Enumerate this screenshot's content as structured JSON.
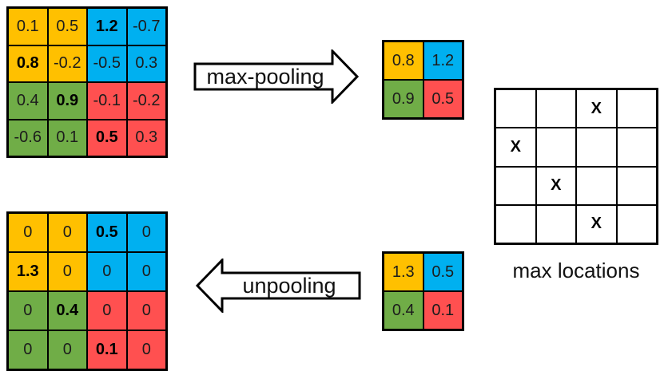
{
  "colors": {
    "yellow": "#FFC000",
    "blue": "#00B0F0",
    "green": "#70AD47",
    "red": "#FF5050",
    "white": "#FFFFFF",
    "border": "#000000",
    "background": "#FFFFFF"
  },
  "labels": {
    "maxpool_arrow": "max-pooling",
    "unpool_arrow": "unpooling",
    "max_locations": "max locations"
  },
  "grids": {
    "input": {
      "rows": [
        [
          {
            "v": "0.1",
            "c": "yellow",
            "b": false
          },
          {
            "v": "0.5",
            "c": "yellow",
            "b": false
          },
          {
            "v": "1.2",
            "c": "blue",
            "b": true
          },
          {
            "v": "-0.7",
            "c": "blue",
            "b": false
          }
        ],
        [
          {
            "v": "0.8",
            "c": "yellow",
            "b": true
          },
          {
            "v": "-0.2",
            "c": "yellow",
            "b": false
          },
          {
            "v": "-0.5",
            "c": "blue",
            "b": false
          },
          {
            "v": "0.3",
            "c": "blue",
            "b": false
          }
        ],
        [
          {
            "v": "0.4",
            "c": "green",
            "b": false
          },
          {
            "v": "0.9",
            "c": "green",
            "b": true
          },
          {
            "v": "-0.1",
            "c": "red",
            "b": false
          },
          {
            "v": "-0.2",
            "c": "red",
            "b": false
          }
        ],
        [
          {
            "v": "-0.6",
            "c": "green",
            "b": false
          },
          {
            "v": "0.1",
            "c": "green",
            "b": false
          },
          {
            "v": "0.5",
            "c": "red",
            "b": true
          },
          {
            "v": "0.3",
            "c": "red",
            "b": false
          }
        ]
      ]
    },
    "pooled": {
      "rows": [
        [
          {
            "v": "0.8",
            "c": "yellow",
            "b": false
          },
          {
            "v": "1.2",
            "c": "blue",
            "b": false
          }
        ],
        [
          {
            "v": "0.9",
            "c": "green",
            "b": false
          },
          {
            "v": "0.5",
            "c": "red",
            "b": false
          }
        ]
      ]
    },
    "max_locations": {
      "rows": [
        [
          {
            "v": "",
            "c": "white",
            "b": true
          },
          {
            "v": "",
            "c": "white",
            "b": true
          },
          {
            "v": "X",
            "c": "white",
            "b": true
          },
          {
            "v": "",
            "c": "white",
            "b": true
          }
        ],
        [
          {
            "v": "X",
            "c": "white",
            "b": true
          },
          {
            "v": "",
            "c": "white",
            "b": true
          },
          {
            "v": "",
            "c": "white",
            "b": true
          },
          {
            "v": "",
            "c": "white",
            "b": true
          }
        ],
        [
          {
            "v": "",
            "c": "white",
            "b": true
          },
          {
            "v": "X",
            "c": "white",
            "b": true
          },
          {
            "v": "",
            "c": "white",
            "b": true
          },
          {
            "v": "",
            "c": "white",
            "b": true
          }
        ],
        [
          {
            "v": "",
            "c": "white",
            "b": true
          },
          {
            "v": "",
            "c": "white",
            "b": true
          },
          {
            "v": "X",
            "c": "white",
            "b": true
          },
          {
            "v": "",
            "c": "white",
            "b": true
          }
        ]
      ]
    },
    "unpooled": {
      "rows": [
        [
          {
            "v": "0",
            "c": "yellow",
            "b": false
          },
          {
            "v": "0",
            "c": "yellow",
            "b": false
          },
          {
            "v": "0.5",
            "c": "blue",
            "b": true
          },
          {
            "v": "0",
            "c": "blue",
            "b": false
          }
        ],
        [
          {
            "v": "1.3",
            "c": "yellow",
            "b": true
          },
          {
            "v": "0",
            "c": "yellow",
            "b": false
          },
          {
            "v": "0",
            "c": "blue",
            "b": false
          },
          {
            "v": "0",
            "c": "blue",
            "b": false
          }
        ],
        [
          {
            "v": "0",
            "c": "green",
            "b": false
          },
          {
            "v": "0.4",
            "c": "green",
            "b": true
          },
          {
            "v": "0",
            "c": "red",
            "b": false
          },
          {
            "v": "0",
            "c": "red",
            "b": false
          }
        ],
        [
          {
            "v": "0",
            "c": "green",
            "b": false
          },
          {
            "v": "0",
            "c": "green",
            "b": false
          },
          {
            "v": "0.1",
            "c": "red",
            "b": true
          },
          {
            "v": "0",
            "c": "red",
            "b": false
          }
        ]
      ]
    },
    "unpool_input": {
      "rows": [
        [
          {
            "v": "1.3",
            "c": "yellow",
            "b": false
          },
          {
            "v": "0.5",
            "c": "blue",
            "b": false
          }
        ],
        [
          {
            "v": "0.4",
            "c": "green",
            "b": false
          },
          {
            "v": "0.1",
            "c": "red",
            "b": false
          }
        ]
      ]
    }
  }
}
